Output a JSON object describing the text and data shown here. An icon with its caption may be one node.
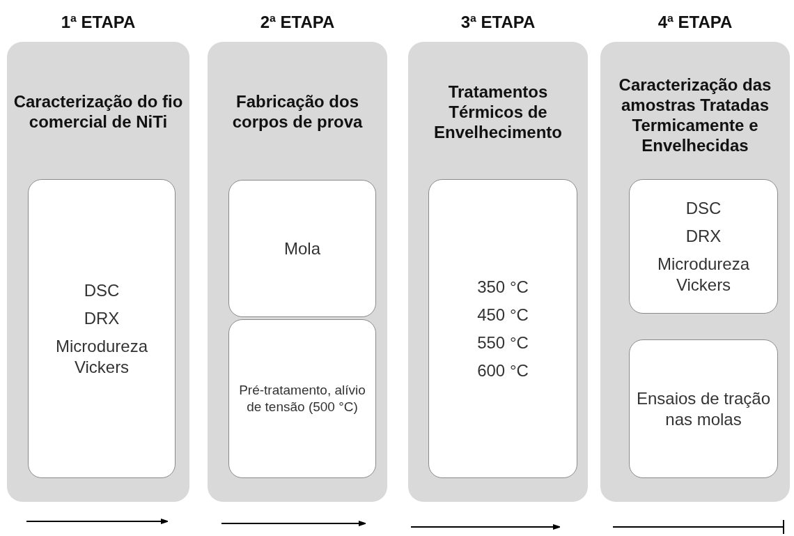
{
  "diagram": {
    "nodes": [
      {
        "text": [
          "1ª ETAPA",
          "Caracterização do fio comercial de NiTi"
        ]
      },
      {
        "text": [
          "DSC",
          "DRX",
          "Microdureza Vickers"
        ],
        "in": 0
      },
      {
        "text": [
          "2ª ETAPA",
          "Fabricação dos corpos de prova"
        ]
      },
      {
        "text": [
          "Mola"
        ],
        "in": 2
      },
      {
        "text": [
          "Pré-tratamento, alívio de tensão (500 °C)"
        ],
        "in": 2
      },
      {
        "text": [
          "3ª ETAPA",
          "Tratamentos Térmicos de Envelhecimento"
        ]
      },
      {
        "text": [
          "350 °C",
          "450 °C",
          "550 °C",
          "600 °C"
        ],
        "in": 5
      },
      {
        "text": [
          "4ª ETAPA",
          "Caracterização das amostras Tratadas Termicamente e Envelhecidas"
        ]
      },
      {
        "text": [
          "DSC",
          "DRX",
          "Microdureza Vickers"
        ],
        "in": 7
      },
      {
        "text": [
          "Ensaios de tração nas molas"
        ],
        "in": 7
      }
    ]
  }
}
